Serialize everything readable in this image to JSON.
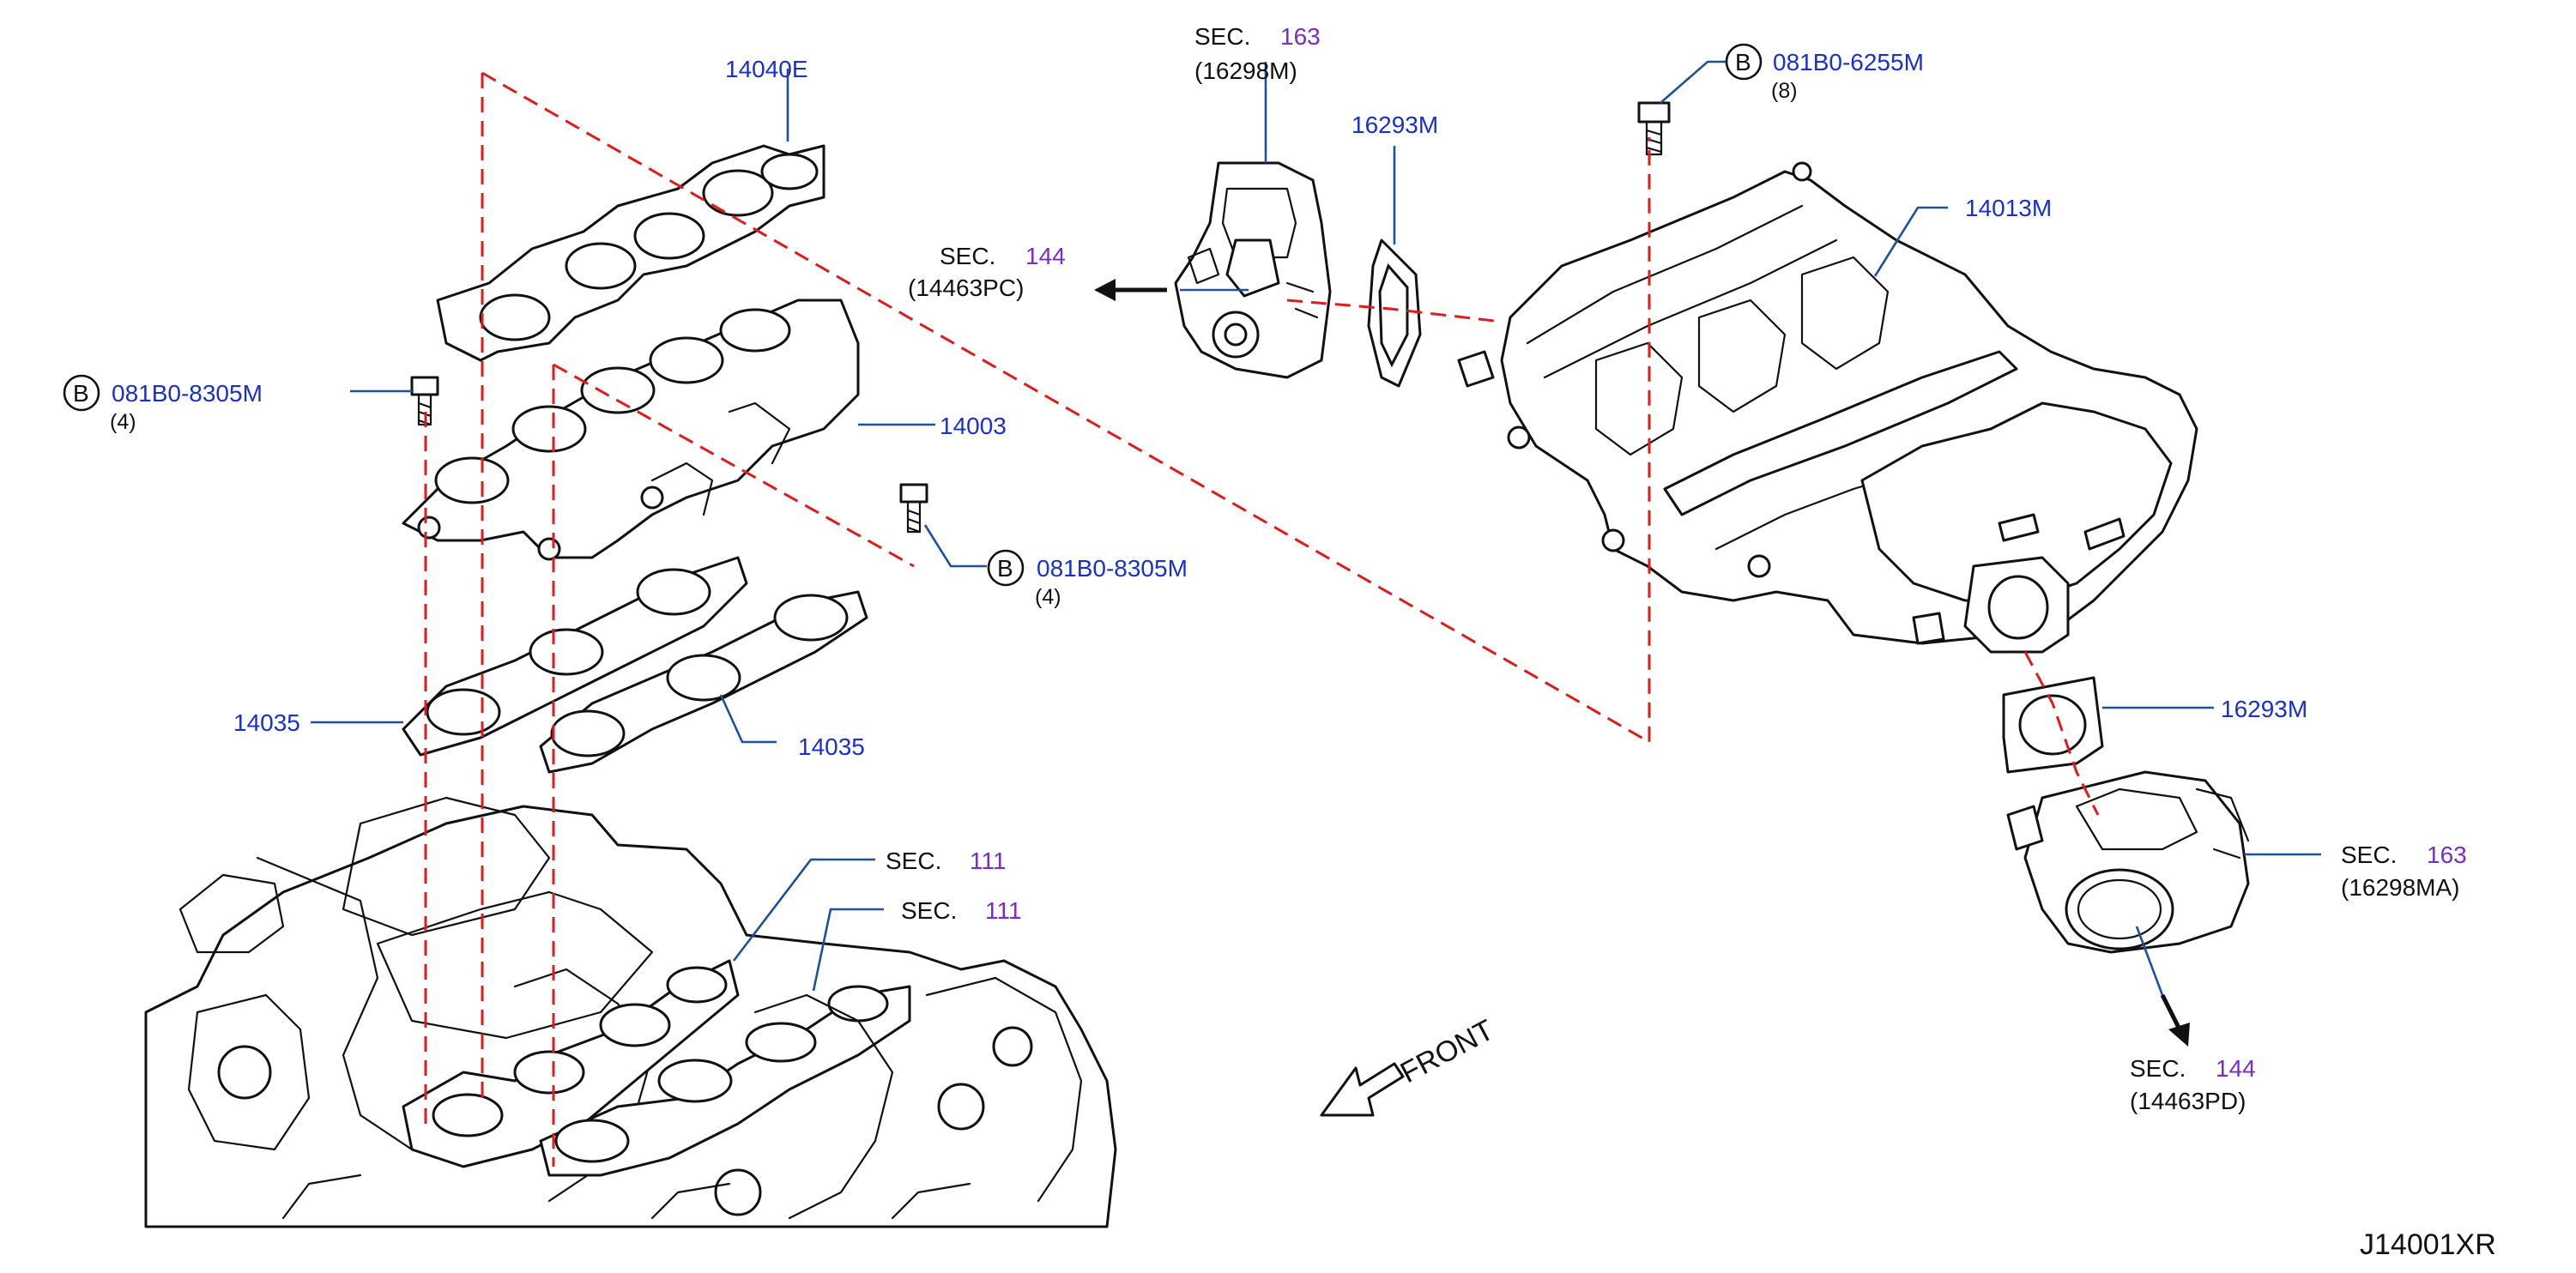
{
  "diagram_code": "J14001XR",
  "front_label": "FRONT",
  "bolt_badge": "B",
  "sec_word": "SEC.",
  "parts": {
    "p14040E": "14040E",
    "p14003": "14003",
    "p14035_left": "14035",
    "p14035_right": "14035",
    "p14013M": "14013M",
    "p16293M_top": "16293M",
    "p16293M_bottom": "16293M"
  },
  "bolts": {
    "left": {
      "part": "081B0-8305M",
      "qty": "(4)"
    },
    "middle": {
      "part": "081B0-8305M",
      "qty": "(4)"
    },
    "top": {
      "part": "081B0-6255M",
      "qty": "(8)"
    }
  },
  "sections": {
    "top_163": {
      "num": "163",
      "ref": "(16298M)"
    },
    "left_144": {
      "num": "144",
      "ref": "(14463PC)"
    },
    "right_163": {
      "num": "163",
      "ref": "(16298MA)"
    },
    "bottom_144": {
      "num": "144",
      "ref": "(14463PD)"
    },
    "engine_111_a": {
      "num": "111"
    },
    "engine_111_b": {
      "num": "111"
    }
  },
  "colors": {
    "part_number": "#1a2fd0",
    "section_number": "#7a2cc8",
    "leader": "#1f4f9f",
    "phantom_line": "#e01b1b",
    "ink": "#111111"
  }
}
